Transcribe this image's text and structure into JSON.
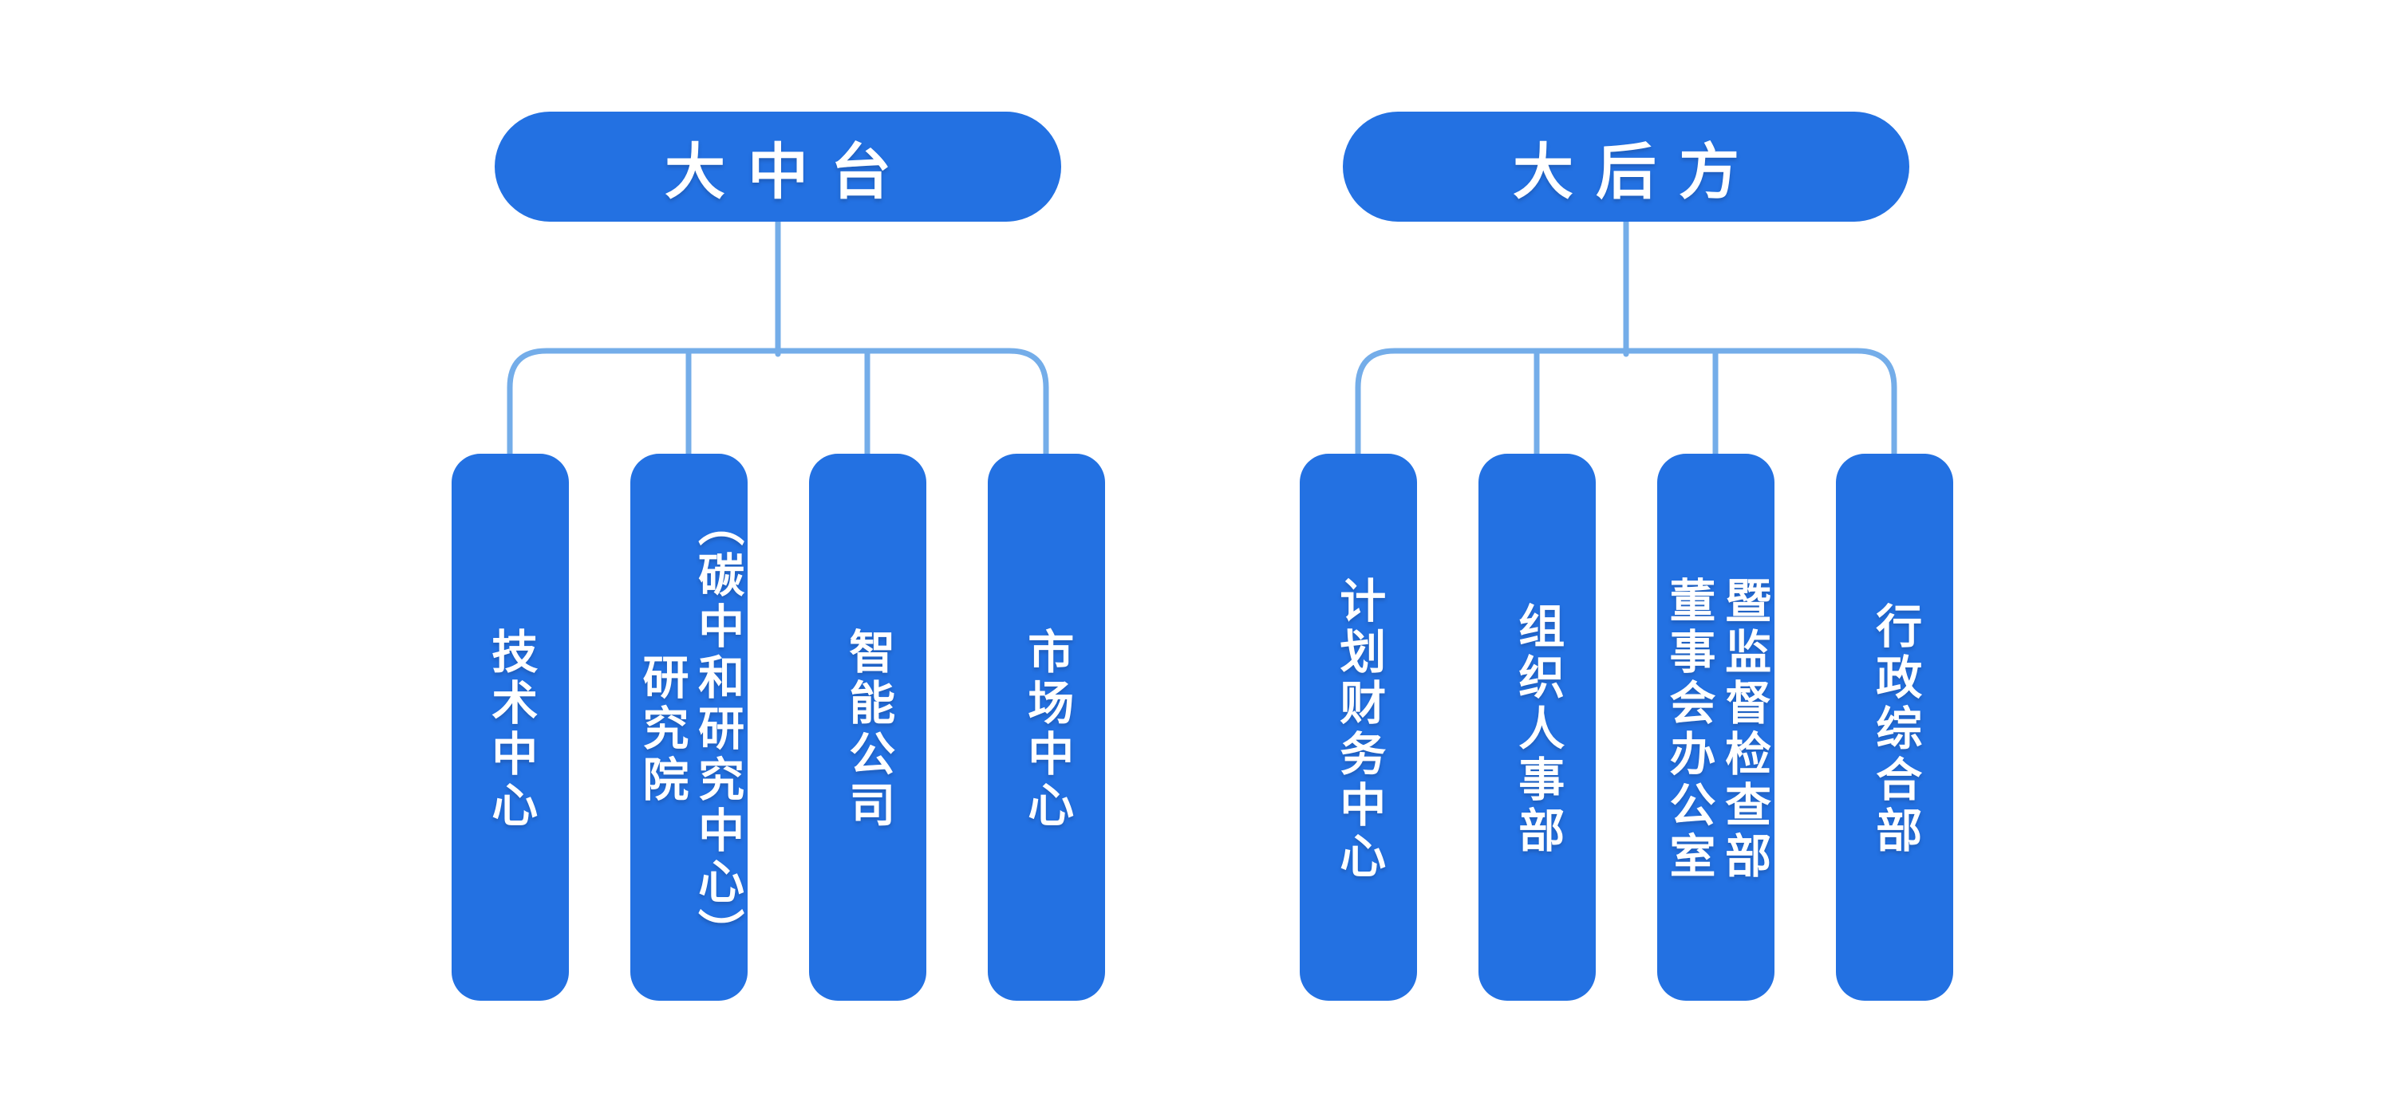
{
  "theme": {
    "background_color": "#ffffff",
    "node_fill_color": "#2371E2",
    "node_text_color": "#ffffff",
    "connector_color": "#74ADE9"
  },
  "diagram": {
    "type": "org-chart",
    "groups": [
      {
        "root": {
          "label": "大中台"
        },
        "children": [
          {
            "label": "技术中心",
            "lines": [
              "技术中心"
            ]
          },
          {
            "label": "研究院（碳中和研究中心）",
            "lines": [
              "研究院",
              "（碳中和研究中心）"
            ]
          },
          {
            "label": "智能公司",
            "lines": [
              "智能公司"
            ]
          },
          {
            "label": "市场中心",
            "lines": [
              "市场中心"
            ]
          }
        ]
      },
      {
        "root": {
          "label": "大后方"
        },
        "children": [
          {
            "label": "计划财务中心",
            "lines": [
              "计划财务中心"
            ]
          },
          {
            "label": "组织人事部",
            "lines": [
              "组织人事部"
            ]
          },
          {
            "label": "董事会办公室暨监督检查部",
            "lines": [
              "董事会办公室",
              "暨监督检查部"
            ]
          },
          {
            "label": "行政综合部",
            "lines": [
              "行政综合部"
            ]
          }
        ]
      }
    ]
  }
}
